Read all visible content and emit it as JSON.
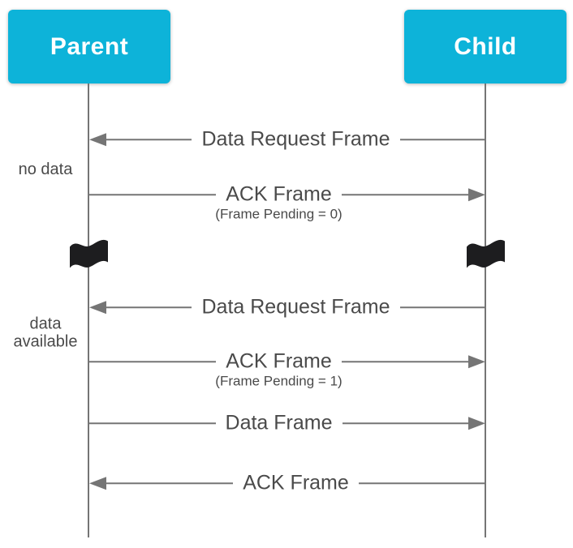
{
  "colors": {
    "actor-bg": "#0db3d9",
    "actor-text": "#ffffff",
    "line": "#757575",
    "text": "#4a4a4a",
    "flag": "#1d1d1f",
    "background": "#ffffff"
  },
  "diagram": {
    "type": "sequence-diagram",
    "actors": [
      {
        "label": "Parent"
      },
      {
        "label": "Child"
      }
    ],
    "annotations": [
      {
        "text": "no data"
      },
      {
        "line1": "data",
        "line2": "available"
      }
    ],
    "messages": [
      {
        "label": "Data Request Frame",
        "from": "Child",
        "to": "Parent",
        "direction": "left"
      },
      {
        "label": "ACK Frame",
        "sub": "(Frame Pending = 0)",
        "from": "Parent",
        "to": "Child",
        "direction": "right"
      },
      {
        "label": "Data Request Frame",
        "from": "Child",
        "to": "Parent",
        "direction": "left"
      },
      {
        "label": "ACK Frame",
        "sub": "(Frame Pending = 1)",
        "from": "Parent",
        "to": "Child",
        "direction": "right"
      },
      {
        "label": "Data Frame",
        "from": "Parent",
        "to": "Child",
        "direction": "right"
      },
      {
        "label": "ACK Frame",
        "from": "Child",
        "to": "Parent",
        "direction": "left"
      }
    ],
    "time_breaks": [
      {
        "on": "Parent"
      },
      {
        "on": "Child"
      }
    ]
  }
}
